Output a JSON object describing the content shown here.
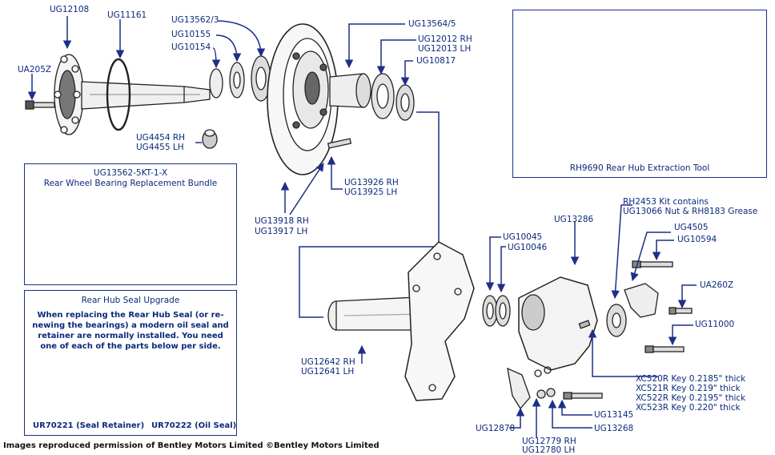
{
  "labels": {
    "ug12108": "UG12108",
    "ug11161": "UG11161",
    "ua205z": "UA205Z",
    "ug13562_3": "UG13562/3",
    "ug10155": "UG10155",
    "ug10154": "UG10154",
    "ug13564_5": "UG13564/5",
    "ug12012": "UG12012 RH",
    "ug12013": "UG12013 LH",
    "ug10817": "UG10817",
    "ug4454": "UG4454 RH",
    "ug4455": "UG4455 LH",
    "ug13926": "UG13926 RH",
    "ug13925": "UG13925 LH",
    "ug13918": "UG13918 RH",
    "ug13917": "UG13917 LH",
    "rh2453": "RH2453 Kit contains",
    "ug13066": "UG13066 Nut & RH8183 Grease",
    "ug13286": "UG13286",
    "ug10045": "UG10045",
    "ug10046": "UG10046",
    "ug4505": "UG4505",
    "ug10594": "UG10594",
    "ua260z": "UA260Z",
    "ug11000": "UG11000",
    "ug12642": "UG12642 RH",
    "ug12641": "UG12641 LH",
    "xc520r": "XC520R Key 0.2185\" thick",
    "xc521r": "XC521R Key 0.219\" thick",
    "xc522r": "XC522R Key 0.2195\" thick",
    "xc523r": "XC523R Key 0.220\" thick",
    "ug13145": "UG13145",
    "ug13268": "UG13268",
    "ug12878": "UG12878",
    "ug12779": "UG12779 RH",
    "ug12780": "UG12780 LH"
  },
  "tool_box": {
    "caption": "RH9690 Rear Hub Extraction Tool"
  },
  "bearing_box": {
    "title_line1": "UG13562-5KT-1-X",
    "title_line2": "Rear Wheel Bearing Replacement Bundle"
  },
  "seal_box": {
    "title": "Rear Hub Seal Upgrade",
    "body": "When replacing the Rear Hub Seal (or re-newing the bearings) a modern oil seal and retainer are normally installed. You need one of each of the parts below per side.",
    "retainer_caption": "UR70221 (Seal Retainer)",
    "seal_caption": "UR70222 (Oil Seal)"
  },
  "credit": "Images reproduced permission of Bentley Motors Limited ©Bentley Motors Limited",
  "colors": {
    "label": "#0b2a7a",
    "border": "#1d2f86",
    "line": "#1d2f86",
    "tool_yellow": "#e9b600"
  }
}
